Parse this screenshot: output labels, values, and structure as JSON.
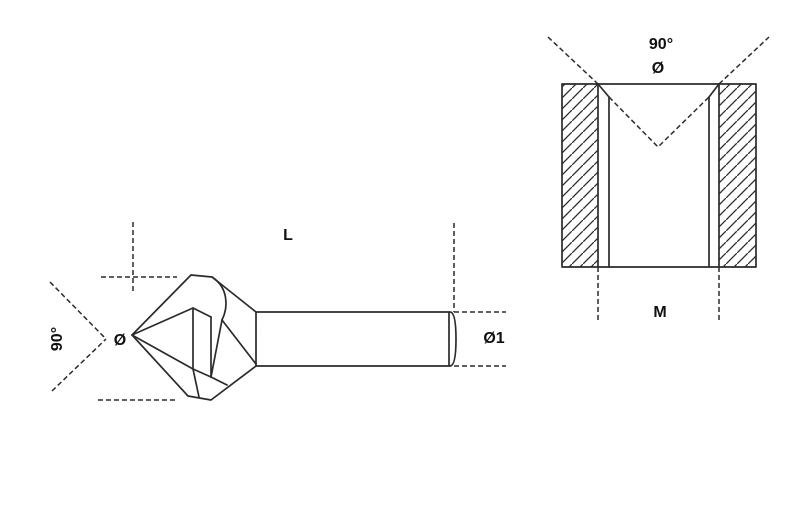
{
  "colors": {
    "background": "#ffffff",
    "line": "#2b2b2b",
    "text": "#111111"
  },
  "side_view": {
    "point_angle_label": "90°",
    "body_diameter_label": "Ø",
    "overall_length_label": "L",
    "shank_diameter_label": "Ø1"
  },
  "section_view": {
    "countersink_angle_label": "90°",
    "countersink_diameter_label": "Ø",
    "hole_diameter_label": "M"
  }
}
